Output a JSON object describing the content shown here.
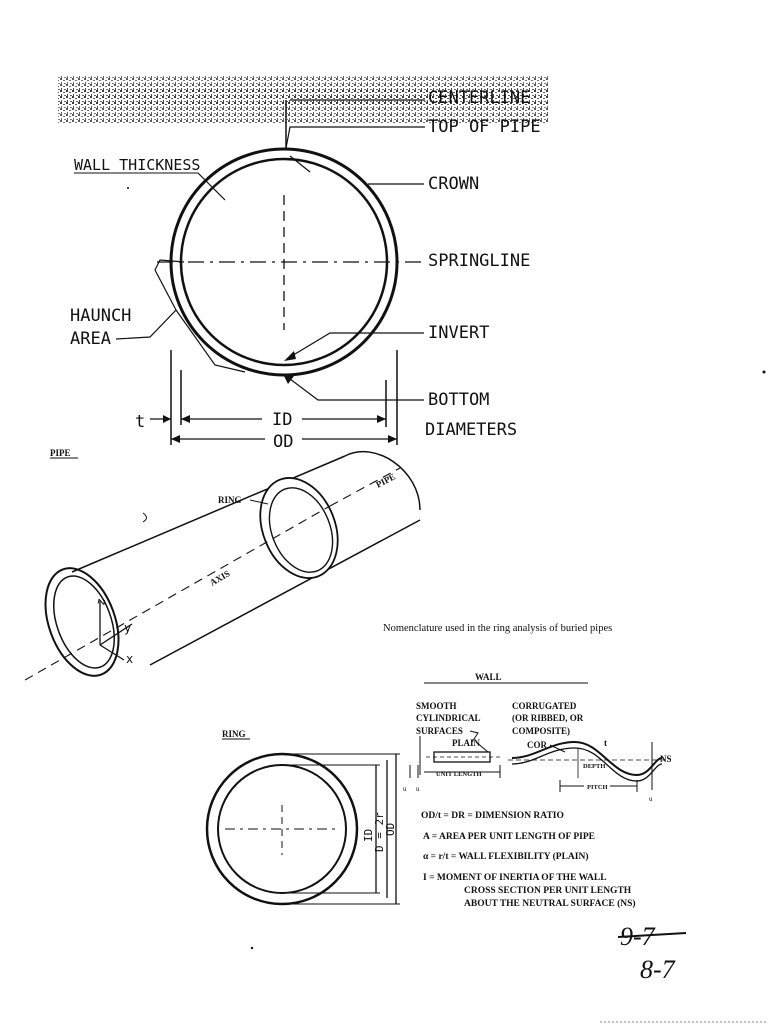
{
  "top_figure": {
    "centerline": "CENTERLINE",
    "top_of_pipe": "TOP OF PIPE",
    "wall_thickness": "WALL THICKNESS",
    "crown": "CROWN",
    "springline": "SPRINGLINE",
    "haunch": "HAUNCH",
    "area": "AREA",
    "invert": "INVERT",
    "bottom": "BOTTOM",
    "t": "t",
    "id": "ID",
    "od": "OD",
    "diameters": "DIAMETERS"
  },
  "pipe_figure": {
    "title": "PIPE",
    "ring": "RING",
    "pipe": "PIPE",
    "axis": "AXIS",
    "x": "x",
    "y": "y",
    "z": "z"
  },
  "caption": "Nomenclature used in the ring analysis of buried pipes",
  "wall_figure": {
    "wall": "WALL",
    "smooth": "SMOOTH",
    "cylindrical": "CYLINDRICAL",
    "surfaces": "SURFACES",
    "plain": "PLAIN",
    "corrugated": "CORRUGATED",
    "or_ribbed": "(OR RIBBED, OR",
    "composite": "COMPOSITE)",
    "cor": "COR",
    "t": "t",
    "depth": "DEPTH",
    "pitch": "PITCH",
    "unit_length": "UNIT LENGTH",
    "ns": "NS"
  },
  "ring_figure": {
    "title": "RING",
    "id": "ID",
    "od": "D = 2r",
    "od2": "OD"
  },
  "definitions": [
    "OD/t = DR = DIMENSION RATIO",
    "A = AREA PER UNIT LENGTH OF PIPE",
    "α = r/t  = WALL FLEXIBILITY (PLAIN)",
    "I = MOMENT OF INERTIA OF THE WALL",
    "CROSS SECTION PER UNIT LENGTH",
    "ABOUT THE NEUTRAL SURFACE (NS)"
  ],
  "page_number": {
    "struck": "9-7",
    "current": "8-7"
  }
}
